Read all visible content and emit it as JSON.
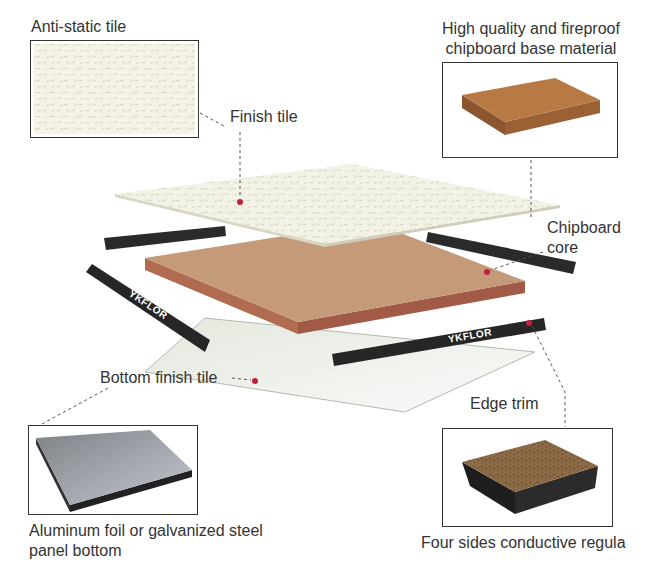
{
  "diagram": {
    "nodes": [
      {
        "text": [
          "Anti-static tile"
        ]
      },
      {
        "text": [
          "High quality and fireproof chipboard base material"
        ]
      },
      {
        "text": [
          "Aluminum foil or galvanized steel panel bottom"
        ]
      },
      {
        "text": [
          "Four sides conductive regula"
        ]
      }
    ],
    "labels": [
      "Finish tile",
      "Chipboard core",
      "Bottom finish tile",
      "Edge trim",
      "YKFLOR",
      "YKFLOR"
    ]
  }
}
